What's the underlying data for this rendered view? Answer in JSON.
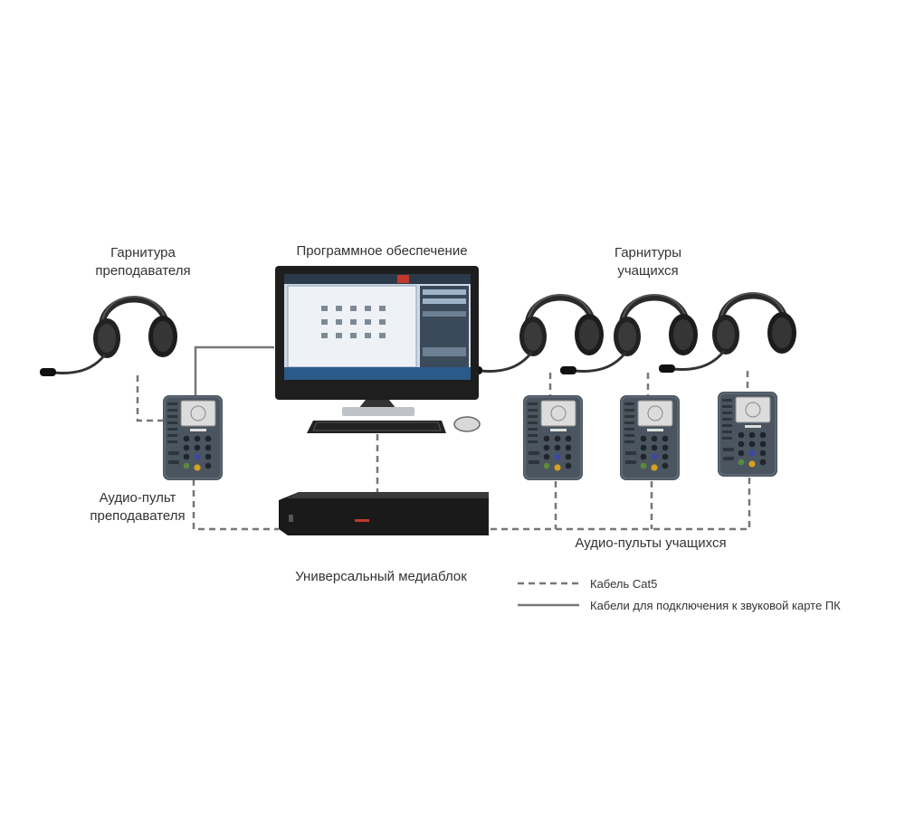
{
  "labels": {
    "teacher_headset": [
      "Гарнитура",
      "преподавателя"
    ],
    "software": "Программное обеспечение",
    "student_headsets": [
      "Гарнитуры",
      "учащихся"
    ],
    "teacher_console": [
      "Аудио-пульт",
      "преподавателя"
    ],
    "media_unit": "Универсальный медиаблок",
    "student_consoles": "Аудио-пульты учащихся"
  },
  "legend": {
    "cat5": "Кабель Cat5",
    "pc_audio": "Кабели для подключения к звуковой карте ПК"
  },
  "colors": {
    "cable": "#777777",
    "device_body": "#4a5560",
    "screen": "#dcdcdc",
    "monitor_screen": "#cfd9e6",
    "accent": "#c0392b"
  }
}
